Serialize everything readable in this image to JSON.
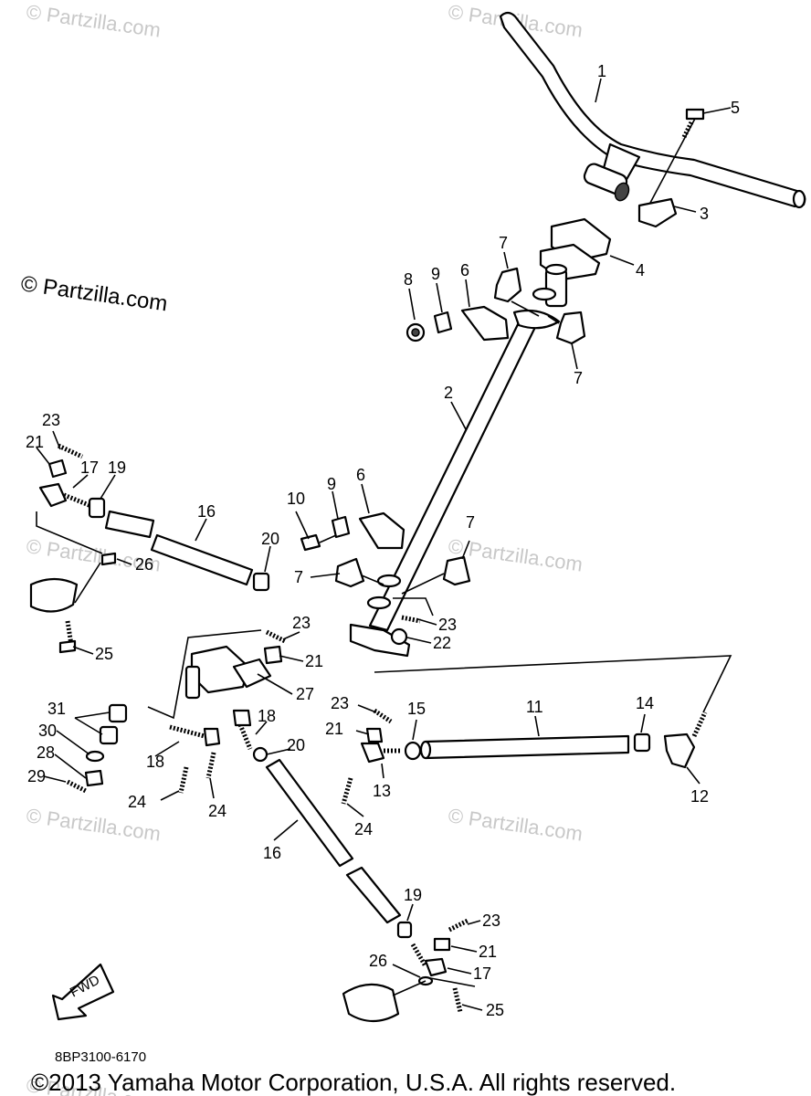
{
  "watermarks": {
    "main": "© Partzilla.com",
    "repeat": "© Partzilla.com"
  },
  "diagram_code": "8BP3100-6170",
  "copyright": "©2013 Yamaha Motor Corporation, U.S.A. All rights reserved.",
  "fwd_label": "FWD",
  "callouts": {
    "c1": "1",
    "c2": "2",
    "c3": "3",
    "c4": "4",
    "c5": "5",
    "c6a": "6",
    "c6b": "6",
    "c7a": "7",
    "c7b": "7",
    "c7c": "7",
    "c7d": "7",
    "c8": "8",
    "c9a": "9",
    "c9b": "9",
    "c10": "10",
    "c11": "11",
    "c12": "12",
    "c13": "13",
    "c14": "14",
    "c15": "15",
    "c16a": "16",
    "c16b": "16",
    "c17a": "17",
    "c17b": "17",
    "c18a": "18",
    "c18b": "18",
    "c19a": "19",
    "c19b": "19",
    "c20a": "20",
    "c20b": "20",
    "c21a": "21",
    "c21b": "21",
    "c21c": "21",
    "c21d": "21",
    "c22": "22",
    "c23a": "23",
    "c23b": "23",
    "c23c": "23",
    "c23d": "23",
    "c23e": "23",
    "c24a": "24",
    "c24b": "24",
    "c24c": "24",
    "c25a": "25",
    "c25b": "25",
    "c26a": "26",
    "c26b": "26",
    "c27": "27",
    "c28": "28",
    "c29": "29",
    "c30": "30",
    "c31": "31"
  }
}
